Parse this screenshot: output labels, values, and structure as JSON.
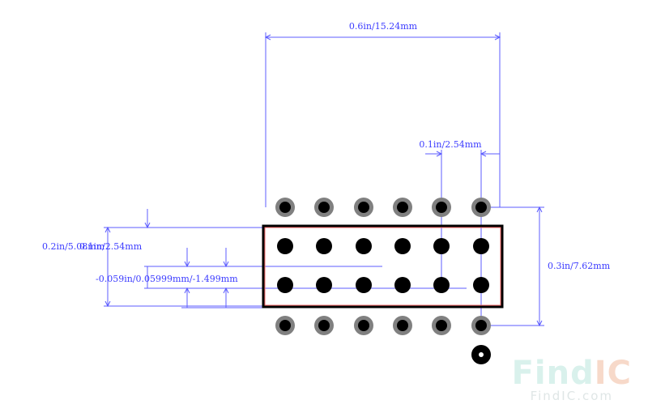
{
  "dimensions": {
    "width_top": "0.6in/15.24mm",
    "pitch": "0.1in/2.54mm",
    "row_spacing": "0.3in/7.62mm",
    "left_outer": "0.2in/5.08mm",
    "left_inner_overlap": "0.1in/2.54mm",
    "lower_left_overlap": "-0.059in/0.05999mm/-1.499mm"
  },
  "watermark": {
    "find": "Find",
    "ic": "IC",
    "domain": "FindIC.com"
  },
  "colors": {
    "dimension_line": "#5c5cff",
    "dimension_text": "#3b3bff",
    "outline": "#000000",
    "pad_outer": "#808080",
    "pad_inner": "#000000"
  }
}
